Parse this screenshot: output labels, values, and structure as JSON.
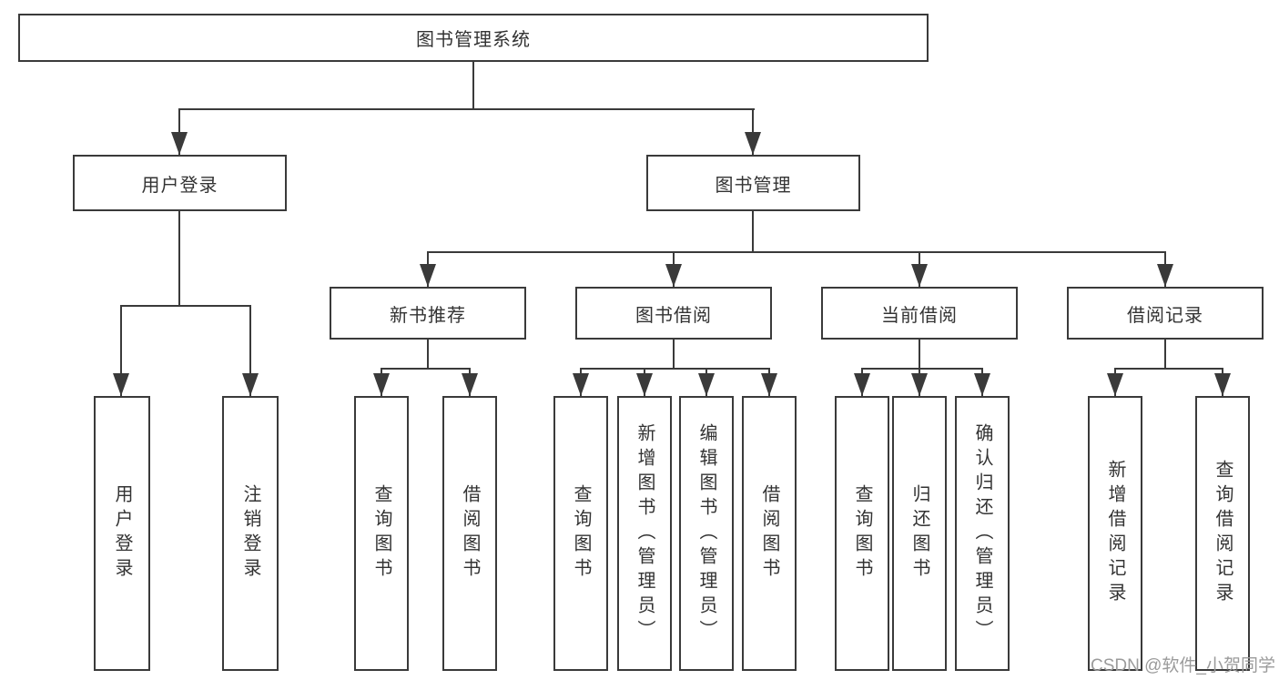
{
  "diagram": {
    "root": "图书管理系统",
    "level2": {
      "user_login": "用户登录",
      "book_management": "图书管理"
    },
    "level3": {
      "new_book_recommend": "新书推荐",
      "book_borrow": "图书借阅",
      "current_borrow": "当前借阅",
      "borrow_records": "借阅记录"
    },
    "leaves": {
      "user_login": [
        "用户登录",
        "注销登录"
      ],
      "new_book_recommend": [
        "查询图书",
        "借阅图书"
      ],
      "book_borrow": [
        "查询图书",
        "新增图书（管理员）",
        "编辑图书（管理员）",
        "借阅图书"
      ],
      "current_borrow": [
        "查询图书",
        "归还图书",
        "确认归还（管理员）"
      ],
      "borrow_records": [
        "新增借阅记录",
        "查询借阅记录"
      ]
    }
  },
  "watermark": "CSDN @软件_小贺同学",
  "colors": {
    "line": "#3a3a3a",
    "box_border": "#3a3a3a",
    "box_background": "#ffffff",
    "text": "#333333",
    "watermark": "#9b9b9b"
  }
}
